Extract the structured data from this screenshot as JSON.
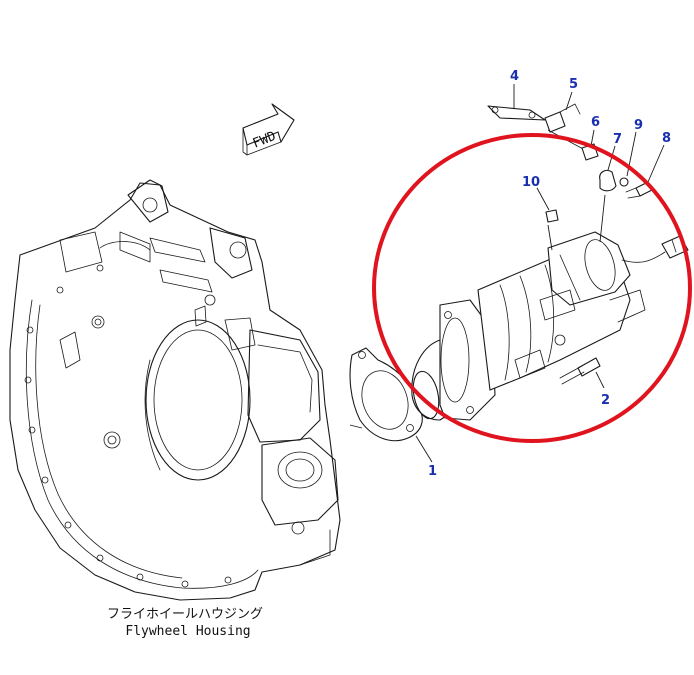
{
  "diagram": {
    "direction_label": "FWD",
    "caption_jp": "フライホイールハウジング",
    "caption_en": "Flywheel Housing",
    "callouts": [
      "1",
      "2",
      "4",
      "5",
      "6",
      "7",
      "8",
      "9",
      "10"
    ],
    "colors": {
      "highlight_circle": "#e0141e",
      "callout_text": "#1a2fb0",
      "line_art": "#1a1a1a",
      "background": "#ffffff"
    }
  }
}
